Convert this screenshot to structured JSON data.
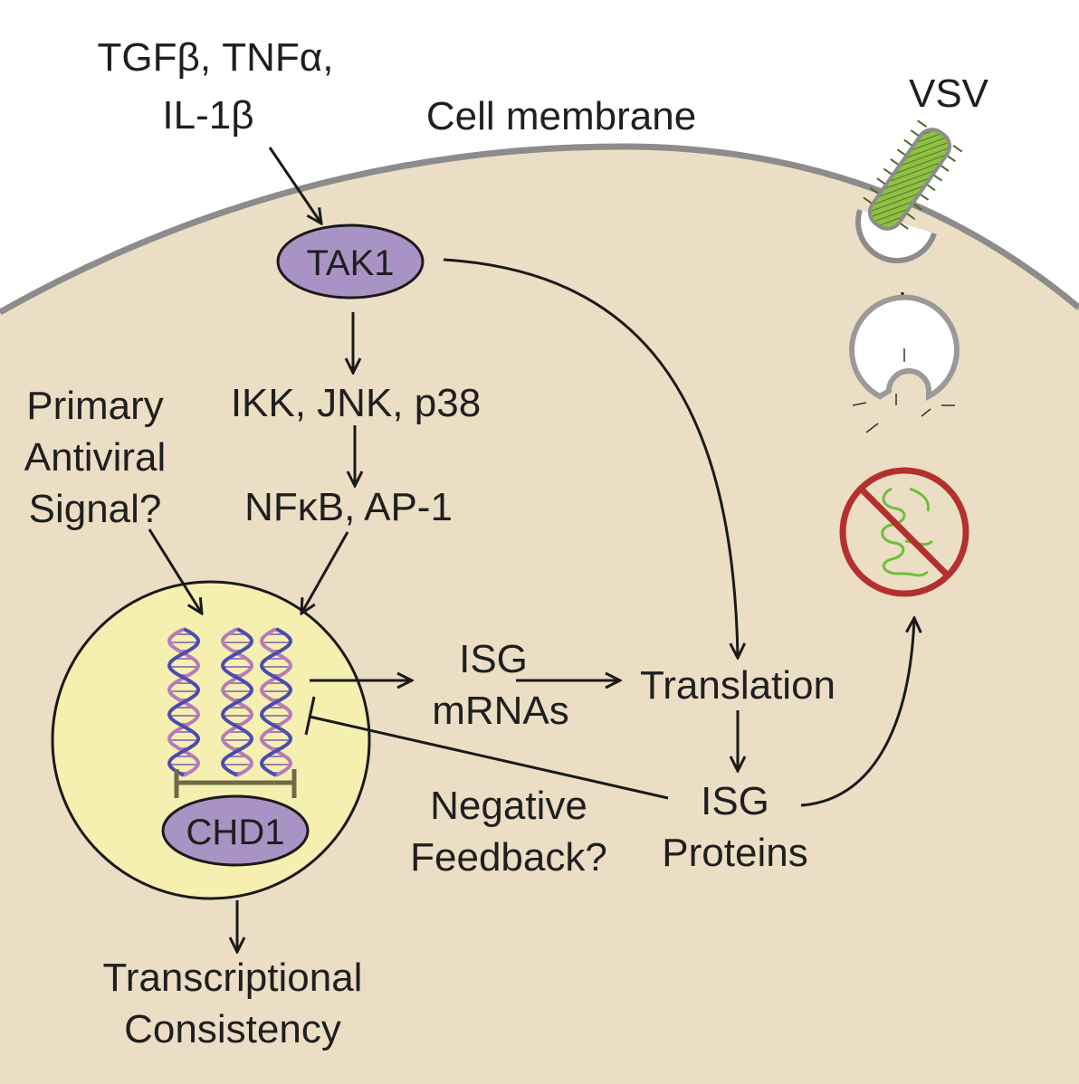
{
  "title": "TAK1 / CHD1 antiviral signaling schematic",
  "colors": {
    "cytoplasm": "#ecdec5",
    "membrane": "#8c8c8c",
    "nucleus": "#f5f0b0",
    "protein_node": "#a993c4",
    "dna_strand_a": "#4a4cae",
    "dna_strand_b": "#b77bb8",
    "virus_green": "#7aa83a",
    "inhibit_red": "#b3302d",
    "vesicle": "#ffffff"
  },
  "labels": {
    "ligands_line1": "TGFβ, TNFα,",
    "ligands_line2": "IL-1β",
    "cell_membrane": "Cell membrane",
    "vsv": "VSV",
    "tak1": "TAK1",
    "kinases": "IKK, JNK, p38",
    "tfs": "NFκB, AP-1",
    "primary_line1": "Primary",
    "primary_line2": "Antiviral",
    "primary_line3": "Signal?",
    "chd1": "CHD1",
    "isg_mrnas_line1": "ISG",
    "isg_mrnas_line2": "mRNAs",
    "translation": "Translation",
    "isg_proteins_line1": "ISG",
    "isg_proteins_line2": "Proteins",
    "neg_fb_line1": "Negative",
    "neg_fb_line2": "Feedback?",
    "tc_line1": "Transcriptional",
    "tc_line2": "Consistency"
  },
  "icons": {
    "virus": "vsv-virion",
    "endosome": "endosome-vesicle",
    "blocked_rna": "no-viral-rna-symbol",
    "dna": "dna-double-helix"
  }
}
